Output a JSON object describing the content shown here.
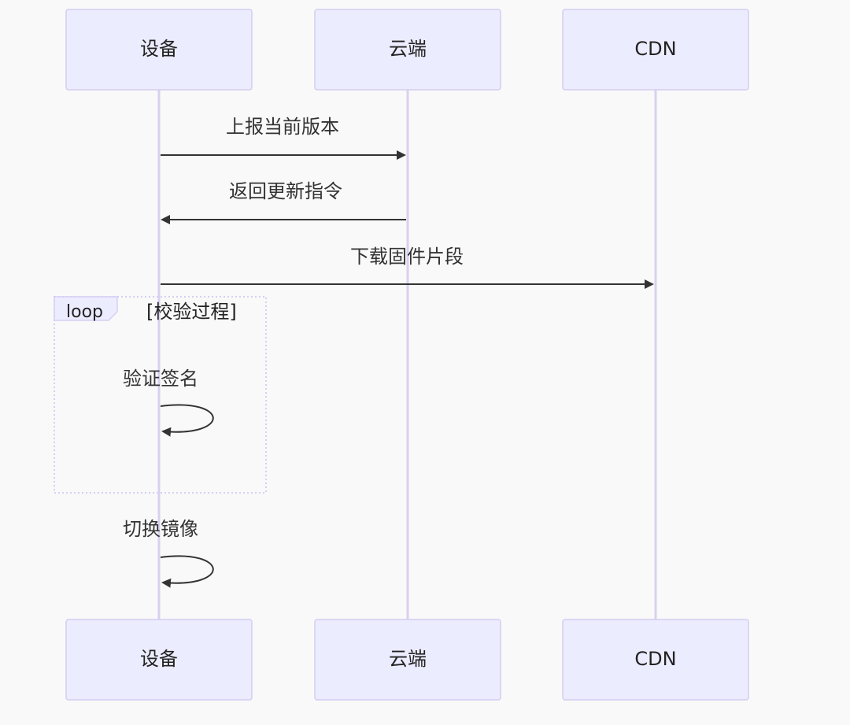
{
  "actors": [
    {
      "id": "device",
      "label": "设备"
    },
    {
      "id": "cloud",
      "label": "云端"
    },
    {
      "id": "cdn",
      "label": "CDN"
    }
  ],
  "messages": [
    {
      "from": "device",
      "to": "cloud",
      "text": "上报当前版本"
    },
    {
      "from": "cloud",
      "to": "device",
      "text": "返回更新指令"
    },
    {
      "from": "device",
      "to": "cdn",
      "text": "下载固件片段"
    },
    {
      "from": "device",
      "to": "device",
      "text": "验证签名"
    },
    {
      "from": "device",
      "to": "device",
      "text": "切换镜像"
    }
  ],
  "loop": {
    "tag": "loop",
    "condition": "[校验过程]"
  },
  "colors": {
    "background": "#f9f9f9",
    "actor_fill": "#ececff",
    "actor_border": "#d3cdf0",
    "lifeline": "#d9d0f2",
    "arrow": "#333333"
  }
}
